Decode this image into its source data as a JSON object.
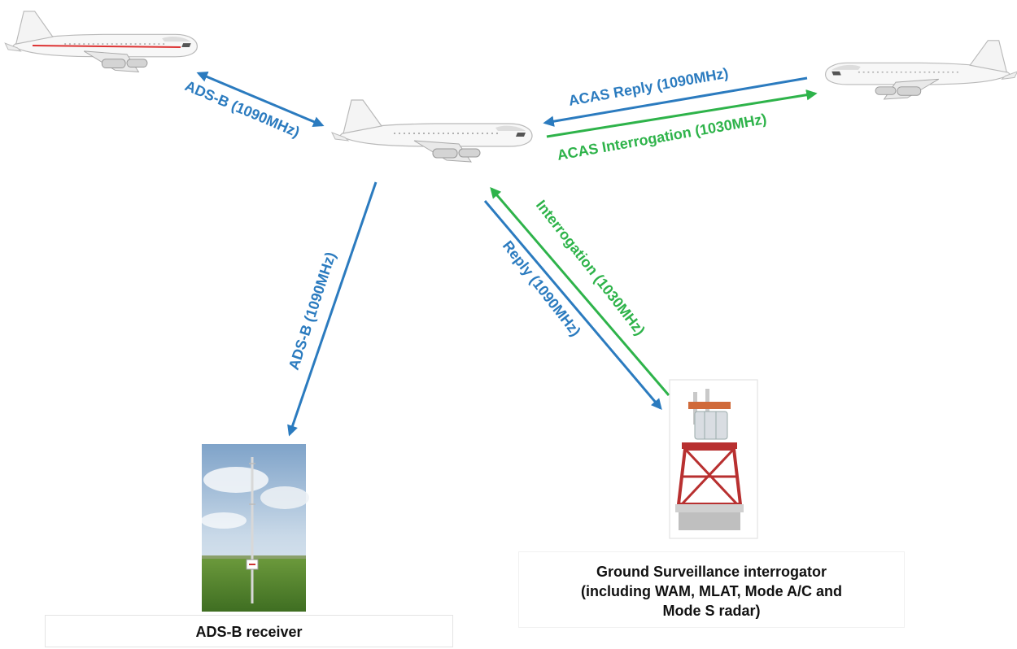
{
  "links": {
    "adsb_air_to_air": "ADS-B (1090MHz)",
    "acas_reply": "ACAS Reply (1090MHz)",
    "acas_interrogation": "ACAS Interrogation (1030MHz)",
    "adsb_to_ground": "ADS-B (1090MHz)",
    "ground_reply": "Reply (1090MHz)",
    "ground_interrogation": "Interrogation (1030MHz)"
  },
  "captions": {
    "adsb_receiver": "ADS-B receiver",
    "ground_interrogator": [
      "Ground Surveillance interrogator",
      "(including WAM, MLAT, Mode A/C and",
      "Mode S radar)"
    ]
  },
  "colors": {
    "blue_1090": "#2b7bbf",
    "green_1030": "#2eb34a"
  },
  "icons": [
    "aircraft-icon",
    "adsb-receiver-photo",
    "ground-radar-tower-image"
  ]
}
